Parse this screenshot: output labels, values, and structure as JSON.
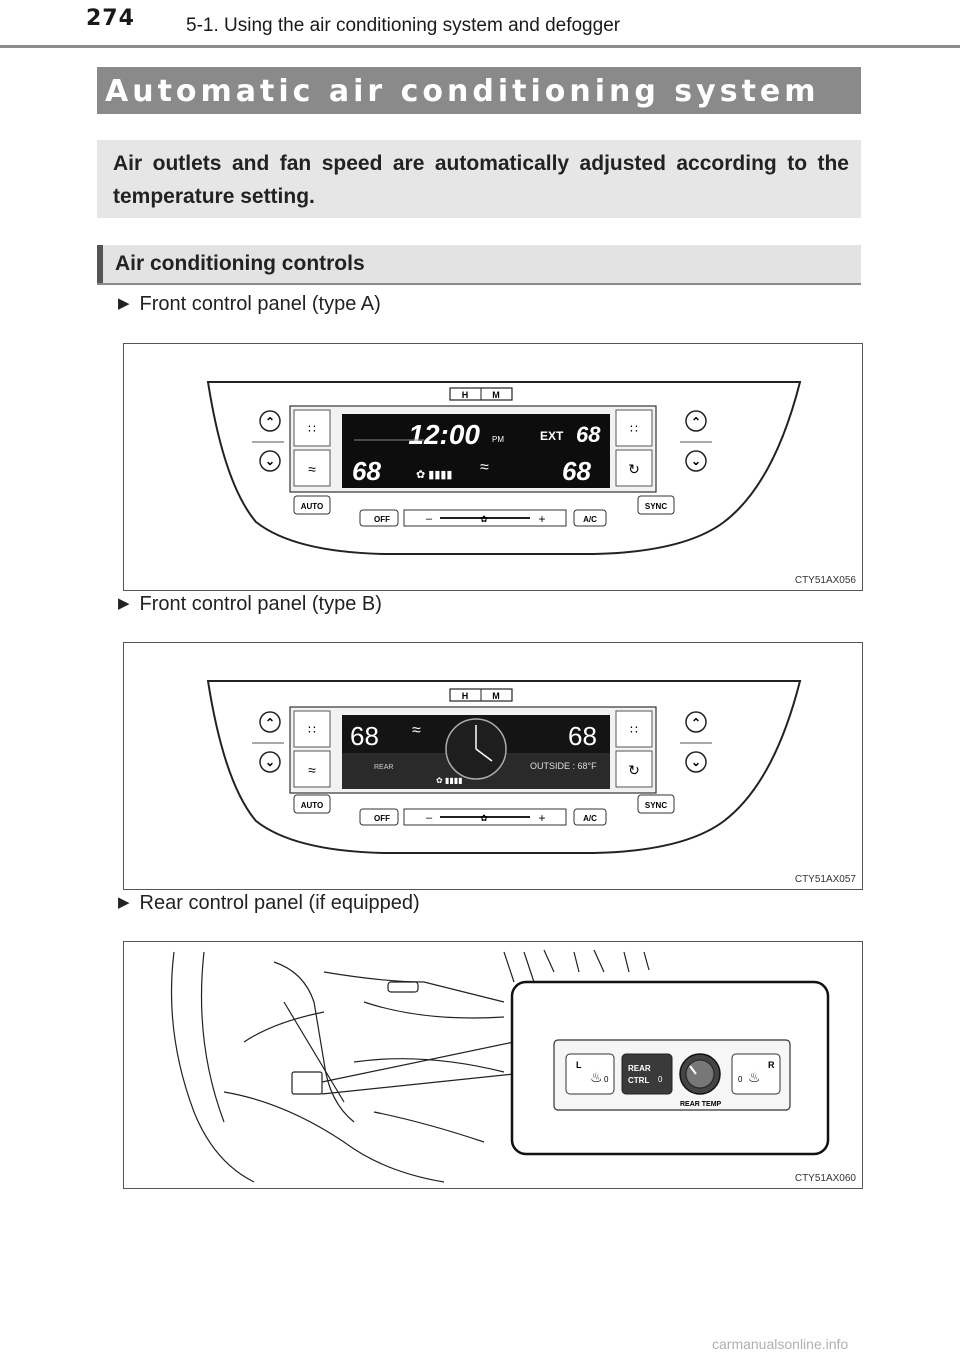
{
  "header": {
    "page_number": "274",
    "section": "5-1. Using the air conditioning system and defogger"
  },
  "title": "Automatic air conditioning system",
  "intro": "Air outlets and fan speed are automatically adjusted according to the temperature setting.",
  "subheading": "Air conditioning controls",
  "items": [
    {
      "label": "Front control panel (type A)",
      "figure_code": "CTY51AX056"
    },
    {
      "label": "Front control panel (type B)",
      "figure_code": "CTY51AX057"
    },
    {
      "label": "Rear control panel (if equipped)",
      "figure_code": "CTY51AX060"
    }
  ],
  "panel_a": {
    "hm": [
      "H",
      "M"
    ],
    "clock": "12:00",
    "pm": "PM",
    "ext": "EXT",
    "ext_temp": "68",
    "left_temp": "68",
    "right_temp": "68",
    "auto": "AUTO",
    "off": "OFF",
    "ac": "A/C",
    "sync": "SYNC",
    "minus": "–",
    "plus": "+"
  },
  "panel_b": {
    "hm": [
      "H",
      "M"
    ],
    "left_temp": "68",
    "right_temp": "68",
    "rear": "REAR",
    "outside": "OUTSIDE : 68°F",
    "auto": "AUTO",
    "off": "OFF",
    "ac": "A/C",
    "sync": "SYNC",
    "minus": "–",
    "plus": "+"
  },
  "rear_panel": {
    "left": "L",
    "right": "R",
    "rear_ctrl_1": "REAR",
    "rear_ctrl_2": "CTRL",
    "rear_temp": "REAR TEMP",
    "zero": "0"
  },
  "watermark": "carmanualsonline.info"
}
